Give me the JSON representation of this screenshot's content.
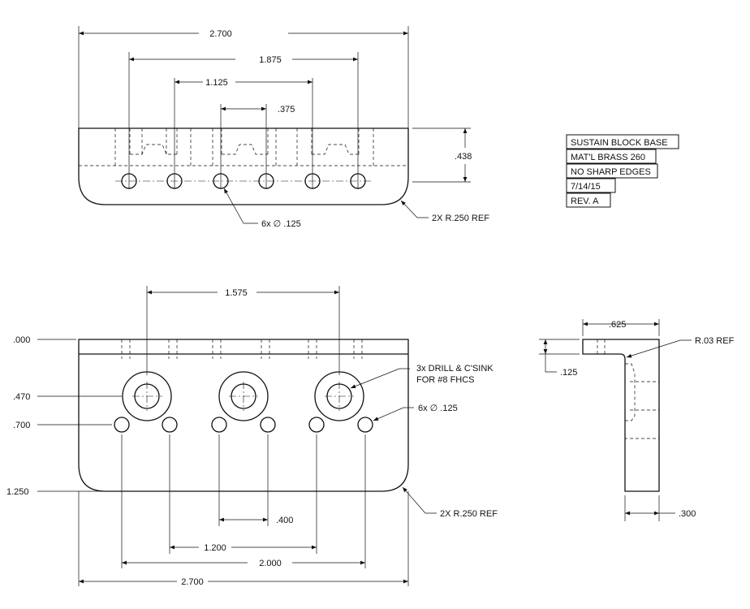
{
  "top_view": {
    "dim_overall": "2.700",
    "dim_outer_holes": "1.875",
    "dim_mid_holes": "1.125",
    "dim_pair_spacing": ".375",
    "dim_height": ".438",
    "hole_note": "6x ∅ .125",
    "radius_note": "2X R.250 REF"
  },
  "title_block": {
    "lines": [
      "SUSTAIN BLOCK BASE",
      "MAT'L BRASS 260",
      "NO SHARP EDGES",
      "7/14/15",
      "REV. A"
    ]
  },
  "front_view": {
    "dim_csink_spacing": "1.575",
    "ordinates": [
      ".000",
      ".470",
      ".700",
      "1.250"
    ],
    "csink_note_line1": "3x DRILL & C'SINK",
    "csink_note_line2": "FOR #8 FHCS",
    "hole_note": "6x ∅ .125",
    "radius_note": "2X R.250 REF",
    "dim_pair": ".400",
    "dim_inner": "1.200",
    "dim_outer": "2.000",
    "dim_overall": "2.700"
  },
  "side_view": {
    "dim_top": ".625",
    "dim_flange": ".125",
    "radius_note": "R.03 REF",
    "dim_bottom": ".300"
  }
}
